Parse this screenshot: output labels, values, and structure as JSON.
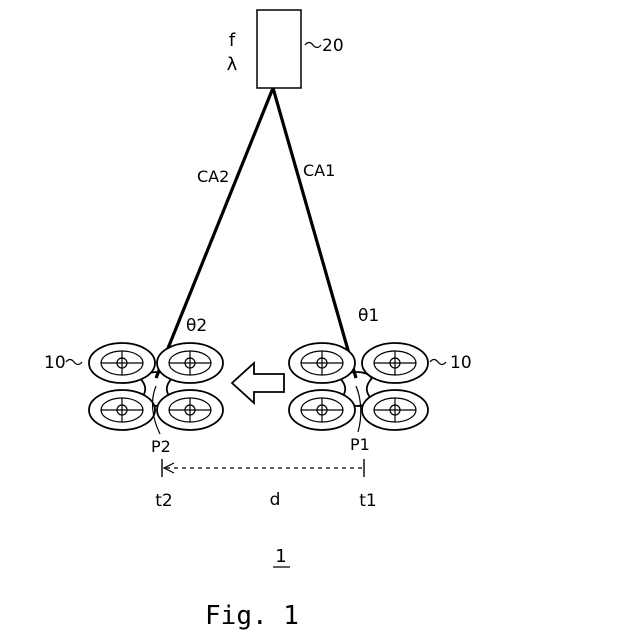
{
  "device": {
    "ref": "20",
    "param_f": "f",
    "param_lambda": "λ"
  },
  "cables": {
    "right": "CA1",
    "left": "CA2"
  },
  "angles": {
    "right": "θ1",
    "left": "θ2"
  },
  "drones": {
    "right_ref": "10",
    "left_ref": "10"
  },
  "points": {
    "right": "P1",
    "left": "P2"
  },
  "times": {
    "right": "t1",
    "left": "t2"
  },
  "distance": "d",
  "system_ref": "1",
  "caption": "Fig. 1"
}
